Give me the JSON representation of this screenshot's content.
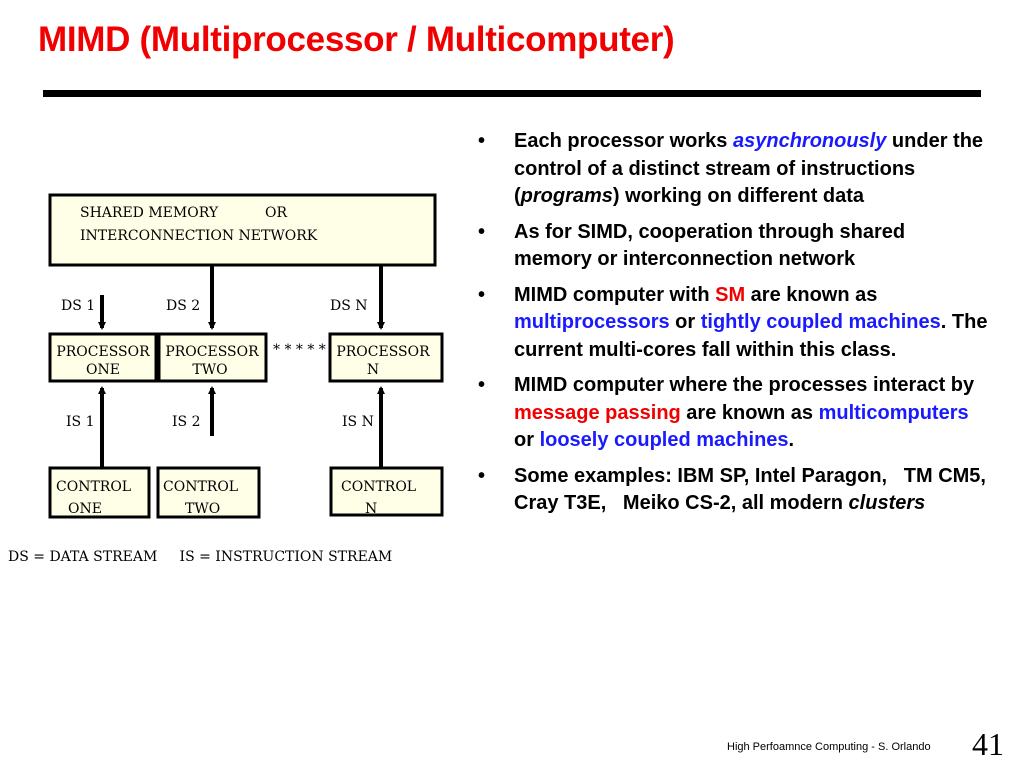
{
  "slide": {
    "title": "MIMD (Multiprocessor / Multicomputer)",
    "footer": "High Perfoamnce Computing - S. Orlando",
    "page_number": "41"
  },
  "diagram": {
    "memory_line1": "SHARED MEMORY",
    "memory_or": "OR",
    "memory_line2": "INTERCONNECTION NETWORK",
    "ds": [
      "DS 1",
      "DS 2",
      "DS N"
    ],
    "processor_top": [
      "PROCESSOR",
      "PROCESSOR",
      "PROCESSOR"
    ],
    "processor_bottom": [
      "ONE",
      "TWO",
      "N"
    ],
    "stars": "* * * * *",
    "is": [
      "IS 1",
      "IS 2",
      "IS N"
    ],
    "control_top": [
      "CONTROL",
      "CONTROL",
      "CONTROL"
    ],
    "control_bottom": [
      "ONE",
      "TWO",
      "N"
    ],
    "legend": "DS = DATA STREAM     IS = INSTRUCTION STREAM"
  },
  "bullets": [
    {
      "p1": "Each processor works ",
      "p2": "asynchronously",
      "p3": " under the control of a distinct stream of instructions (",
      "p4": "programs",
      "p5": ") working on different data"
    },
    {
      "p1": "As for SIMD, cooperation through shared memory or interconnection network"
    },
    {
      "p1": "MIMD computer with ",
      "p2": "SM",
      "p3": " are known as ",
      "p4": "multiprocessors",
      "p5": " or ",
      "p6": "tightly coupled machines",
      "p7": ". The current multi-cores fall within this class."
    },
    {
      "p1": "MIMD computer where the processes interact by ",
      "p2": "message passing",
      "p3": " are known as ",
      "p4": "multicomputers",
      "p5": " or ",
      "p6": "loosely coupled machines",
      "p7": "."
    },
    {
      "p1": "Some examples: IBM SP, Intel Paragon,   TM CM5, Cray T3E,   Meiko CS-2, all modern ",
      "p2": "clusters"
    }
  ]
}
